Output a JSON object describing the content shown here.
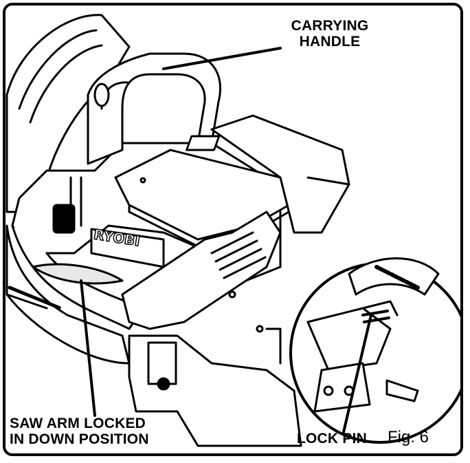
{
  "labels": {
    "carrying_handle": [
      "CARRYING",
      "HANDLE"
    ],
    "saw_arm": [
      "SAW ARM LOCKED",
      "IN DOWN POSITION"
    ],
    "lock_pin": "LOCK PIN",
    "figure": "Fig. 6",
    "brand": "RYOBI"
  }
}
